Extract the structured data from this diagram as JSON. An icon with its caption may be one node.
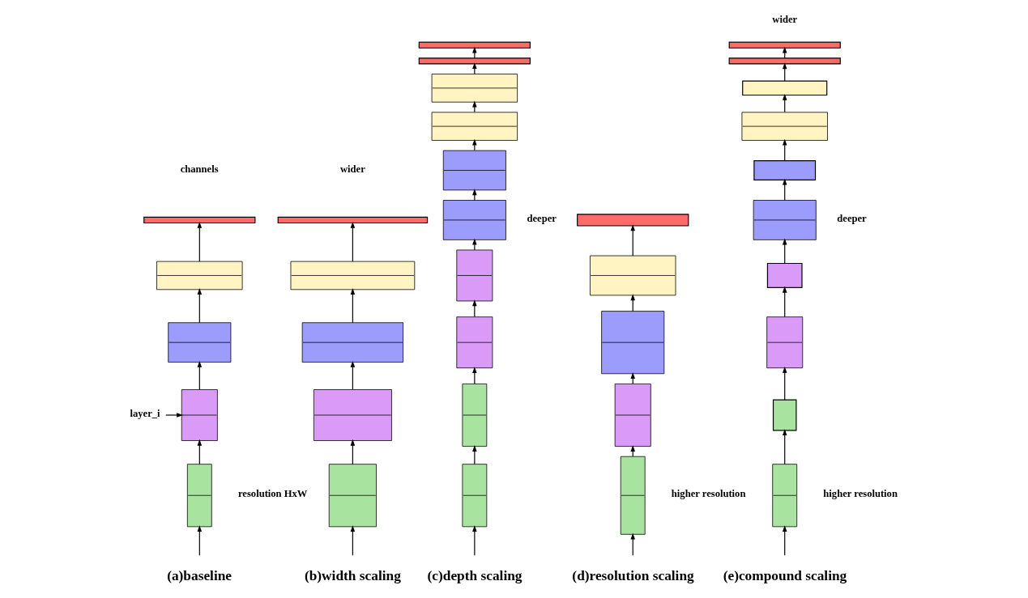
{
  "diagram": {
    "nodes": [
      {
        "text": [],
        "shape": "box"
      },
      {
        "text": [],
        "shape": "box"
      },
      {
        "text": [],
        "shape": "box"
      },
      {
        "text": [],
        "shape": "box"
      },
      {
        "text": [],
        "shape": "bar"
      },
      {
        "text": [
          "layer_i"
        ]
      },
      {
        "text": [],
        "shape": "box"
      },
      {
        "text": [],
        "shape": "box"
      },
      {
        "text": [],
        "shape": "box"
      },
      {
        "text": [],
        "shape": "box"
      },
      {
        "text": [],
        "shape": "bar"
      },
      {
        "text": [],
        "shape": "box"
      },
      {
        "text": [],
        "shape": "box"
      },
      {
        "text": [],
        "shape": "box"
      },
      {
        "text": [],
        "shape": "box"
      },
      {
        "text": [],
        "shape": "box"
      },
      {
        "text": [],
        "shape": "box"
      },
      {
        "text": [],
        "shape": "box"
      },
      {
        "text": [],
        "shape": "box"
      },
      {
        "text": [],
        "shape": "bar"
      },
      {
        "text": [],
        "shape": "bar"
      },
      {
        "text": [],
        "shape": "box"
      },
      {
        "text": [],
        "shape": "box"
      },
      {
        "text": [],
        "shape": "box"
      },
      {
        "text": [],
        "shape": "box"
      },
      {
        "text": [],
        "shape": "bar"
      },
      {
        "text": [],
        "shape": "box"
      },
      {
        "text": [],
        "shape": "box"
      },
      {
        "text": [],
        "shape": "box"
      },
      {
        "text": [],
        "shape": "box"
      },
      {
        "text": [],
        "shape": "box"
      },
      {
        "text": [],
        "shape": "box"
      },
      {
        "text": [],
        "shape": "box"
      },
      {
        "text": [],
        "shape": "box"
      },
      {
        "text": [],
        "shape": "bar"
      },
      {
        "text": [],
        "shape": "bar"
      }
    ],
    "edges": [
      {
        "from": null,
        "to": 0,
        "arrow": "to"
      },
      {
        "from": 0,
        "to": 1,
        "arrow": "to"
      },
      {
        "from": 1,
        "to": 2,
        "arrow": "to"
      },
      {
        "from": 2,
        "to": 3,
        "arrow": "to"
      },
      {
        "from": 3,
        "to": 4,
        "arrow": "to"
      },
      {
        "from": 5,
        "to": 1,
        "arrow": "to"
      },
      {
        "from": null,
        "to": 6,
        "arrow": "to"
      },
      {
        "from": 6,
        "to": 7,
        "arrow": "to"
      },
      {
        "from": 7,
        "to": 8,
        "arrow": "to"
      },
      {
        "from": 8,
        "to": 9,
        "arrow": "to"
      },
      {
        "from": 9,
        "to": 10,
        "arrow": "to"
      },
      {
        "from": null,
        "to": 11,
        "arrow": "to"
      },
      {
        "from": 11,
        "to": 12,
        "arrow": "to"
      },
      {
        "from": 12,
        "to": 13,
        "arrow": "to"
      },
      {
        "from": 13,
        "to": 14,
        "arrow": "to"
      },
      {
        "from": 14,
        "to": 15,
        "arrow": "to"
      },
      {
        "from": 15,
        "to": 16,
        "arrow": "to"
      },
      {
        "from": 16,
        "to": 17,
        "arrow": "to"
      },
      {
        "from": 17,
        "to": 18,
        "arrow": "to"
      },
      {
        "from": 18,
        "to": 19,
        "arrow": "to"
      },
      {
        "from": 19,
        "to": 20,
        "arrow": "to"
      },
      {
        "from": null,
        "to": 21,
        "arrow": "to"
      },
      {
        "from": 21,
        "to": 22,
        "arrow": "to"
      },
      {
        "from": 22,
        "to": 23,
        "arrow": "to"
      },
      {
        "from": 23,
        "to": 24,
        "arrow": "to"
      },
      {
        "from": 24,
        "to": 25,
        "arrow": "to"
      },
      {
        "from": null,
        "to": 26,
        "arrow": "to"
      },
      {
        "from": 26,
        "to": 27,
        "arrow": "to"
      },
      {
        "from": 27,
        "to": 28,
        "arrow": "to"
      },
      {
        "from": 28,
        "to": 29,
        "arrow": "to"
      },
      {
        "from": 29,
        "to": 30,
        "arrow": "to"
      },
      {
        "from": 30,
        "to": 31,
        "arrow": "to"
      },
      {
        "from": 31,
        "to": 32,
        "arrow": "to"
      },
      {
        "from": 32,
        "to": 33,
        "arrow": "to"
      },
      {
        "from": 33,
        "to": 34,
        "arrow": "to"
      },
      {
        "from": 34,
        "to": 35,
        "arrow": "to"
      }
    ],
    "labels": [
      "channels",
      "resolution HxW",
      "wider",
      "deeper",
      "higher resolution",
      "wider",
      "deeper",
      "higher resolution",
      "(a)baseline",
      "(b)width scaling",
      "(c)depth scaling",
      "(d)resolution scaling",
      "(e)compound scaling"
    ]
  }
}
